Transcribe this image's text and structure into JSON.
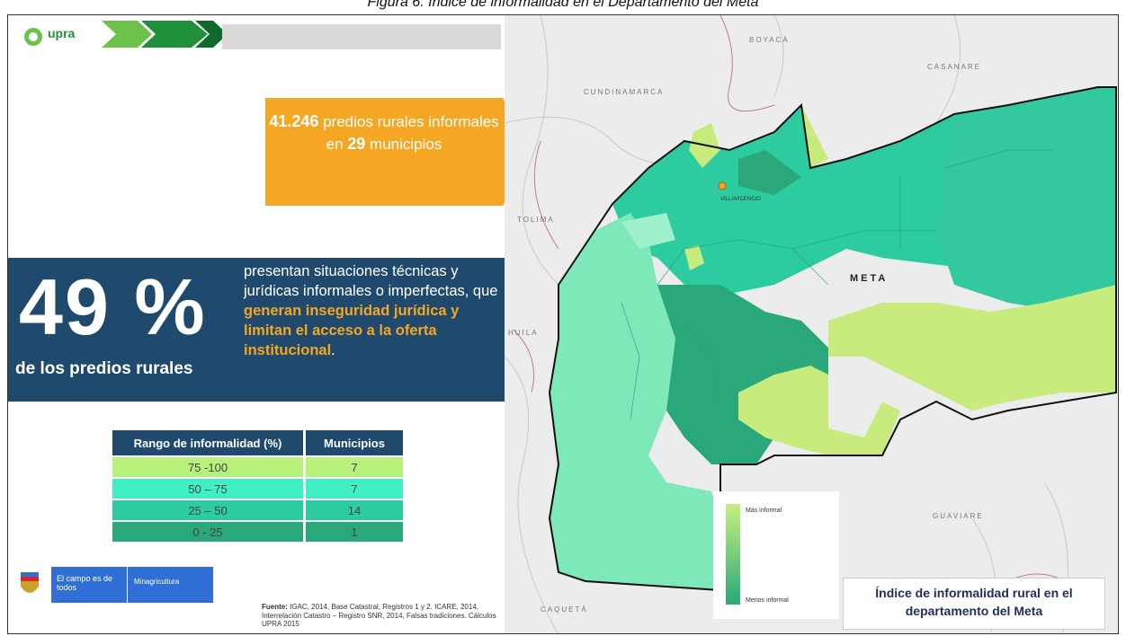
{
  "caption": "Figura 6. Índice de informalidad en el Departamento del Meta",
  "brand": {
    "name": "upra"
  },
  "callout": {
    "number": "41.246",
    "text_a": " predios rurales informales en ",
    "count": "29",
    "text_b": " municipios"
  },
  "stat": {
    "percent": "49 %",
    "subtitle": "de los predios rurales",
    "desc_plain": "presentan situaciones técnicas y jurídicas informales o imperfectas, que ",
    "desc_highlight": "generan inseguridad jurídica y  limitan el acceso a la oferta institucional",
    "desc_end": "."
  },
  "table": {
    "headers": [
      "Rango de informalidad (%)",
      "Municipios"
    ],
    "rows": [
      {
        "range": "75 -100",
        "count": "7",
        "color": "#b7f07a"
      },
      {
        "range": "50 – 75",
        "count": "7",
        "color": "#3ff0c4"
      },
      {
        "range": "25 – 50",
        "count": "14",
        "color": "#2ccba0"
      },
      {
        "range": "0 - 25",
        "count": "1",
        "color": "#2aa87a"
      }
    ]
  },
  "footer": {
    "campo": "El campo es de todos",
    "ministry": "Minagricultura",
    "source_label": "Fuente:",
    "source_text": " IGAC, 2014, Base Catastral, Registros 1 y 2. ICARE, 2014, Interrelación Catastro – Registro SNR, 2014, Falsas tradiciones. Cálculos UPRA 2015"
  },
  "map": {
    "labels": {
      "boyaca": "BOYACÁ",
      "casanare": "CASANARE",
      "cundinamarca": "CUNDINAMARCA",
      "tolima": "TOLIMA",
      "huila": "HUILA",
      "meta": "META",
      "guaviare": "GUAVIARE",
      "caqueta": "CAQUETÁ",
      "villavicencio": "VILLAVICENCIO"
    },
    "legend": {
      "high": "Más informal",
      "low": "Menos informal"
    },
    "title": "Índice de informalidad rural en el departamento del Meta"
  },
  "colors": {
    "dark_blue": "#1f4a6e",
    "orange": "#f5a623",
    "green_brand": "#1f8f3a"
  }
}
